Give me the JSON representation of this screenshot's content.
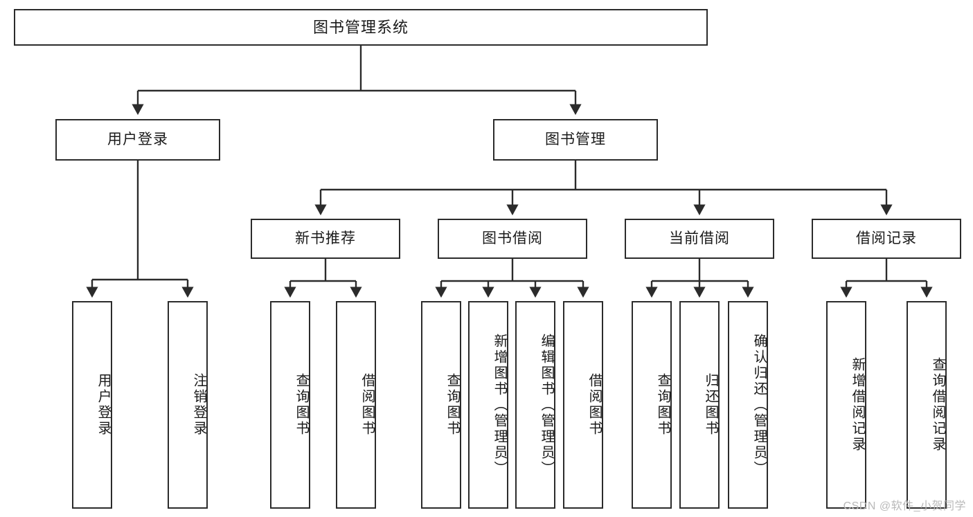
{
  "diagram": {
    "title": "图书管理系统",
    "type": "hierarchy-tree",
    "root": {
      "id": "root",
      "label": "图书管理系统"
    },
    "level2": [
      {
        "id": "user-login",
        "label": "用户登录"
      },
      {
        "id": "book-management",
        "label": "图书管理"
      }
    ],
    "level3": [
      {
        "id": "new-book-recommend",
        "label": "新书推荐",
        "parent": "book-management"
      },
      {
        "id": "book-borrow",
        "label": "图书借阅",
        "parent": "book-management"
      },
      {
        "id": "current-borrow",
        "label": "当前借阅",
        "parent": "book-management"
      },
      {
        "id": "borrow-record",
        "label": "借阅记录",
        "parent": "book-management"
      }
    ],
    "leaves": [
      {
        "id": "leaf-user-login",
        "label": "用户登录",
        "parent": "user-login"
      },
      {
        "id": "leaf-logout-login",
        "label": "注销登录",
        "parent": "user-login"
      },
      {
        "id": "leaf-query-book-1",
        "label": "查询图书",
        "parent": "new-book-recommend"
      },
      {
        "id": "leaf-borrow-book-1",
        "label": "借阅图书",
        "parent": "new-book-recommend"
      },
      {
        "id": "leaf-query-book-2",
        "label": "查询图书",
        "parent": "book-borrow"
      },
      {
        "id": "leaf-add-book",
        "label": "新增图书（管理员）",
        "parent": "book-borrow"
      },
      {
        "id": "leaf-edit-book",
        "label": "编辑图书（管理员）",
        "parent": "book-borrow"
      },
      {
        "id": "leaf-borrow-book-2",
        "label": "借阅图书",
        "parent": "book-borrow"
      },
      {
        "id": "leaf-query-book-3",
        "label": "查询图书",
        "parent": "current-borrow"
      },
      {
        "id": "leaf-return-book",
        "label": "归还图书",
        "parent": "current-borrow"
      },
      {
        "id": "leaf-confirm-return",
        "label": "确认归还（管理员）",
        "parent": "current-borrow"
      },
      {
        "id": "leaf-add-borrow-record",
        "label": "新增借阅记录",
        "parent": "borrow-record"
      },
      {
        "id": "leaf-query-borrow-record",
        "label": "查询借阅记录",
        "parent": "borrow-record"
      }
    ],
    "colors": {
      "stroke": "#2b2b2b",
      "fill": "#ffffff",
      "text": "#1a1a1a",
      "watermark": "#b9b9b9"
    }
  },
  "watermark": {
    "text": "CSDN @软件_小贺同学"
  }
}
